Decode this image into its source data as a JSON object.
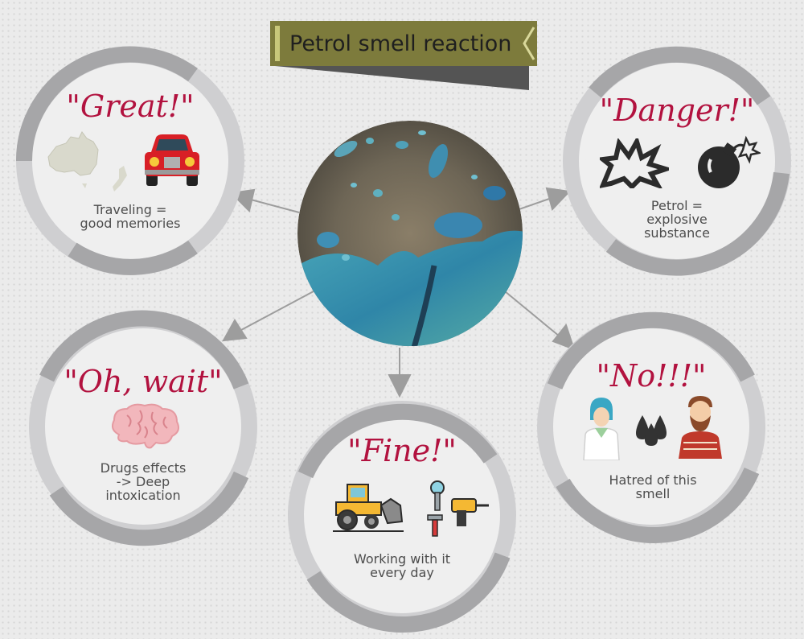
{
  "title": "Petrol smell reaction",
  "colors": {
    "ring_dark": "#a6a6a8",
    "ring_light": "#cfcfd1",
    "banner": "#7d7b3c",
    "banner_shadow": "#545454",
    "title_red": "#b2123f",
    "arrow": "#9d9d9d"
  },
  "center_image": "petrol-puddle",
  "bubbles": {
    "great": {
      "title": "\"Great!\"",
      "text_line1": "Traveling =",
      "text_line2": "good memories",
      "icons": [
        "australia-map-icon",
        "car-icon"
      ]
    },
    "danger": {
      "title": "\"Danger!\"",
      "text_line1": "Petrol =",
      "text_line2": "explosive",
      "text_line3": "substance",
      "icons": [
        "explosion-icon",
        "bomb-icon"
      ]
    },
    "ohwait": {
      "title": "\"Oh, wait\"",
      "text_line1": "Drugs effects",
      "text_line2": "-> Deep",
      "text_line3": "intoxication",
      "icons": [
        "brain-icon"
      ]
    },
    "fine": {
      "title": "\"Fine!\"",
      "text_line1": "Working with it",
      "text_line2": "every day",
      "icons": [
        "bulldozer-icon",
        "tools-icon"
      ]
    },
    "no": {
      "title": "\"No!!!\"",
      "text_line1": "Hatred of this",
      "text_line2": "smell",
      "icons": [
        "woman-icon",
        "oil-drops-icon",
        "man-icon"
      ]
    }
  }
}
